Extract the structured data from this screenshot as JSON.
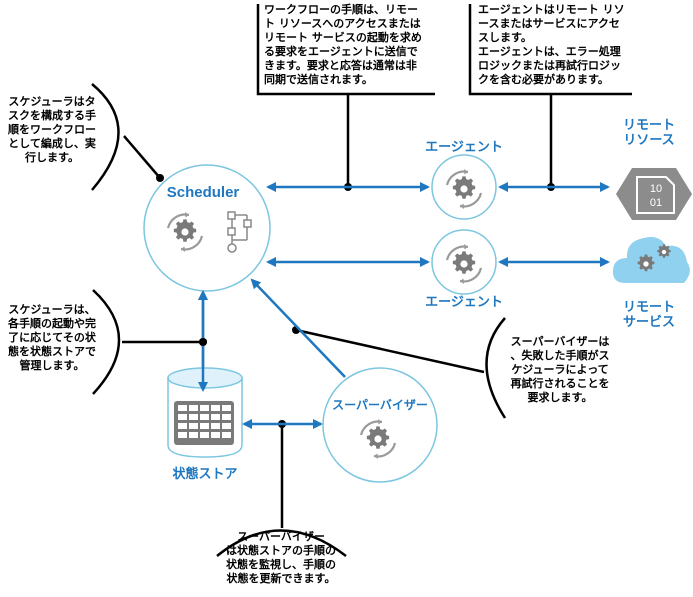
{
  "nodes": {
    "scheduler": "Scheduler",
    "agent_top": "エージェント",
    "agent_bottom": "エージェント",
    "remote_resource_line1": "リモート",
    "remote_resource_line2": "リソース",
    "remote_resource_glyph_top": "10",
    "remote_resource_glyph_bottom": "01",
    "remote_service_line1": "リモート",
    "remote_service_line2": "サービス",
    "supervisor": "スーパーバイザー",
    "state_store": "状態ストア"
  },
  "notes": {
    "workflow_request": [
      "ワークフローの手順は、リモー",
      "ト リソースへのアクセスまたは",
      "リモート サービスの起動を求め",
      "る要求をエージェントに送信で",
      "きます。要求と応答は通常は非",
      "同期で送信されます。"
    ],
    "agent_access": [
      "エージェントはリモート リソ",
      "ースまたはサービスにアクセ",
      "スします。",
      "エージェントは、エラー処理",
      "ロジックまたは再試行ロジッ",
      "クを含む必要があります。"
    ],
    "scheduler_compose": [
      "スケジューラはタ",
      "スクを構成する手",
      "順をワークフロー",
      "として編成し、実",
      "行します。"
    ],
    "scheduler_state": [
      "スケジューラは、",
      "各手順の起動や完",
      "了に応じてその状",
      "態を状態ストアで",
      "管理します。"
    ],
    "supervisor_retry": [
      "スーパーバイザーは",
      "、失敗した手順がス",
      "ケジューラによって",
      "再試行されることを",
      "要求します。"
    ],
    "supervisor_monitor": [
      "スーパーバイザー",
      "は状態ストアの手順の",
      "状態を監視し、手順の",
      "状態を更新できます。"
    ]
  },
  "colors": {
    "accent": "#1f77c0",
    "circle_border": "#7cc6e0",
    "gear": "#7a7a7a",
    "hexagon": "#8c8c8c",
    "cloud": "#8fd1ee",
    "store_fill": "#dff2fb"
  }
}
